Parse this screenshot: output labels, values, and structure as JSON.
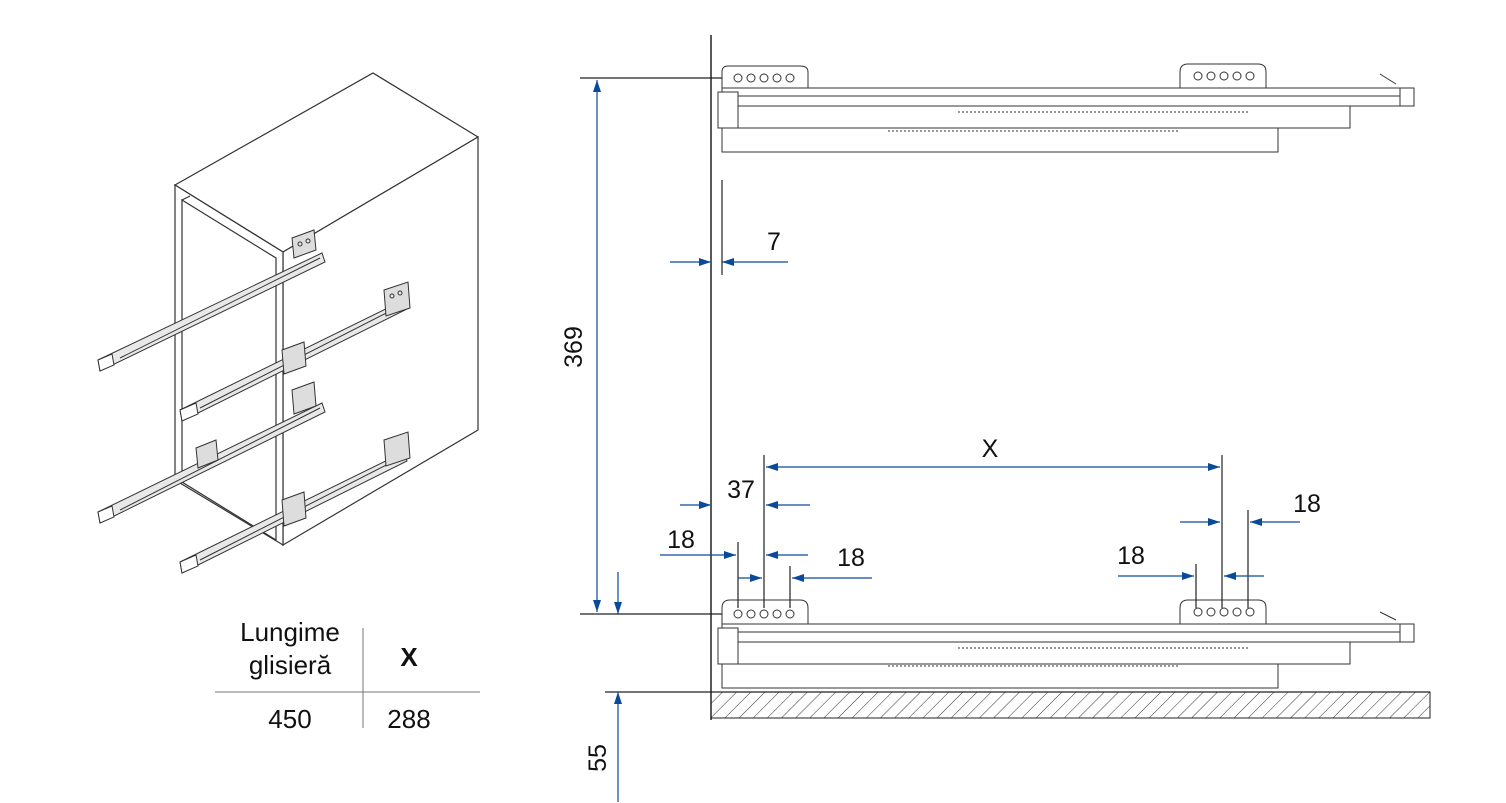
{
  "table": {
    "header_line1": "Lungime",
    "header_line2": "glisieră",
    "header_x": "X",
    "value_length": "450",
    "value_x": "288"
  },
  "dimensions": {
    "height": "369",
    "offset": "7",
    "x": "X",
    "d37": "37",
    "d18_left_a": "18",
    "d18_left_b": "18",
    "d18_right_a": "18",
    "d18_right_b": "18",
    "bottom": "55"
  },
  "colors": {
    "dimension": "#0a4a9a",
    "line": "#222222"
  }
}
